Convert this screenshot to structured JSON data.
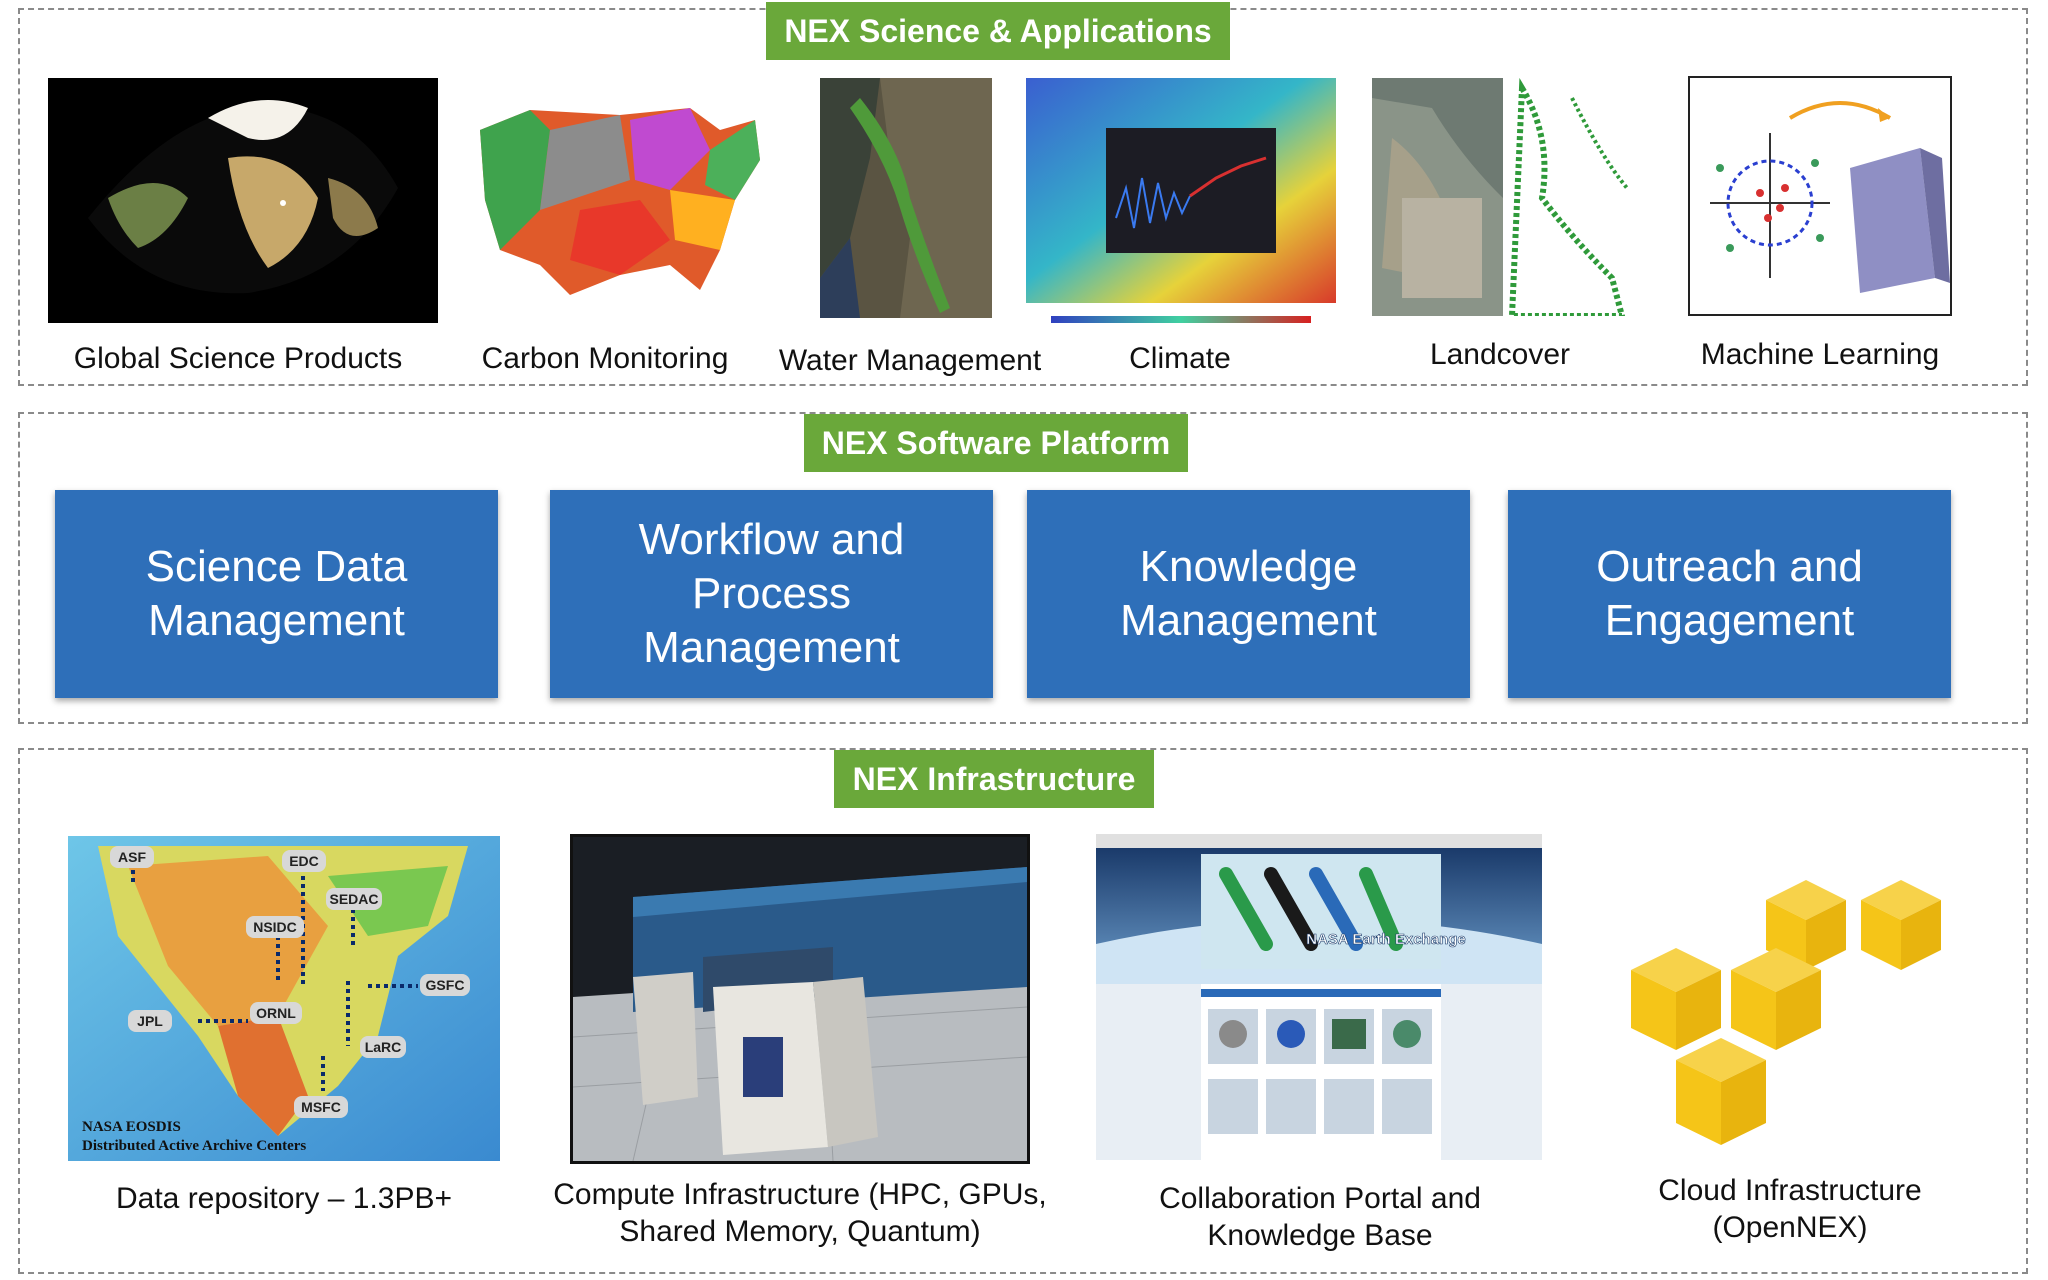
{
  "science": {
    "title": "NEX Science & Applications",
    "items": [
      {
        "label": "Global Science Products",
        "icon": "globe-night-image"
      },
      {
        "label": "Carbon Monitoring",
        "icon": "us-carbon-map-image"
      },
      {
        "label": "Water Management",
        "icon": "california-satellite-image"
      },
      {
        "label": "Climate",
        "icon": "climate-projection-image"
      },
      {
        "label": "Landcover",
        "icon": "landcover-aerial-image"
      },
      {
        "label": "Machine Learning",
        "icon": "machine-learning-diagram"
      }
    ]
  },
  "software": {
    "title": "NEX Software Platform",
    "pillars": [
      {
        "label": "Science Data Management"
      },
      {
        "label": "Workflow and Process Management"
      },
      {
        "label": "Knowledge Management"
      },
      {
        "label": "Outreach and Engagement"
      }
    ]
  },
  "infrastructure": {
    "title": "NEX Infrastructure",
    "items": [
      {
        "label": "Data repository – 1.3PB+",
        "icon": "daac-map-image"
      },
      {
        "label": "Compute Infrastructure (HPC, GPUs, Shared Memory, Quantum)",
        "icon": "supercomputer-image"
      },
      {
        "label": "Collaboration Portal and Knowledge Base",
        "icon": "portal-screenshot-image"
      },
      {
        "label": "Cloud Infrastructure (OpenNEX)",
        "icon": "cloud-cubes-icon"
      }
    ],
    "map_labels": [
      "ASF",
      "EDC",
      "SEDAC",
      "NSIDC",
      "GSFC",
      "JPL",
      "ORNL",
      "LaRC",
      "MSFC"
    ],
    "map_caption": [
      "NASA EOSDIS",
      "Distributed Active Archive Centers"
    ],
    "portal_title": "NASA Earth Exchange"
  },
  "colors": {
    "banner": "#6aa83a",
    "pillar": "#2e6fb9",
    "cube": "#f5c518"
  }
}
